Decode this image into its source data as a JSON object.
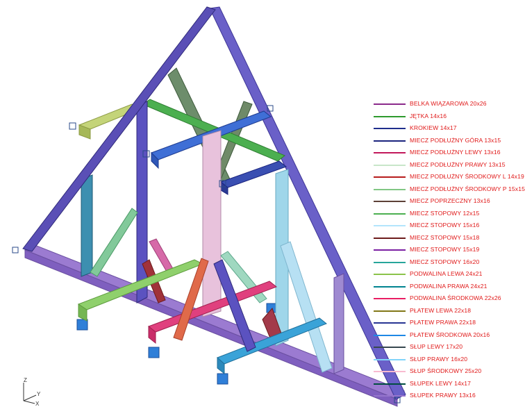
{
  "legend": [
    {
      "label": "BELKA WIĄZAROWA 20x26",
      "color": "#8b2a8b"
    },
    {
      "label": "JĘTKA 14x16",
      "color": "#2e9a2e"
    },
    {
      "label": "KROKIEW 14x17",
      "color": "#1f2e8c"
    },
    {
      "label": "MIECZ PODŁUŻNY GÓRA 13x15",
      "color": "#1a237e"
    },
    {
      "label": "MIECZ PODŁUŻNY LEWY 13x16",
      "color": "#c2185b"
    },
    {
      "label": "MIECZ PODŁUŻNY PRAWY 13x15",
      "color": "#c8e6c9"
    },
    {
      "label": "MIECZ PODŁUŻNY ŚRODKOWY L 14x19",
      "color": "#b71c1c"
    },
    {
      "label": "MIECZ PODŁUŻNY ŚRODKOWY P 15x15",
      "color": "#81c784"
    },
    {
      "label": "MIECZ POPRZECZNY 13x16",
      "color": "#5d4037"
    },
    {
      "label": "MIECZ STOPOWY 12x15",
      "color": "#4caf50"
    },
    {
      "label": "MIECZ STOPOWY 15x16",
      "color": "#b3e5fc"
    },
    {
      "label": "MIECZ STOPOWY 15x18",
      "color": "#6d1b1b"
    },
    {
      "label": "MIECZ STOPOWY 15x19",
      "color": "#7b1fa2"
    },
    {
      "label": "MIECZ STOPOWY 16x20",
      "color": "#26a69a"
    },
    {
      "label": "PODWALINA LEWA 24x21",
      "color": "#8bc34a"
    },
    {
      "label": "PODWALINA PRAWA 24x21",
      "color": "#00838f"
    },
    {
      "label": "PODWALINA ŚRODKOWA 22x26",
      "color": "#e91e63"
    },
    {
      "label": "PŁATEW LEWA 22x18",
      "color": "#827717"
    },
    {
      "label": "PŁATEW PRAWA 22x18",
      "color": "#283593"
    },
    {
      "label": "PŁATEW ŚRODKOWA 20x16",
      "color": "#1e88e5"
    },
    {
      "label": "SŁUP LEWY 17x20",
      "color": "#37474f"
    },
    {
      "label": "SŁUP PRAWY 16x20",
      "color": "#81d4fa"
    },
    {
      "label": "SŁUP ŚRODKOWY 25x20",
      "color": "#f8bbd0"
    },
    {
      "label": "SŁUPEK LEWY 14x17",
      "color": "#004d40"
    },
    {
      "label": "SŁUPEK PRAWY 13x16",
      "color": "#9575cd"
    }
  ],
  "axes": {
    "z": "Z",
    "y": "Y",
    "x": "X"
  }
}
